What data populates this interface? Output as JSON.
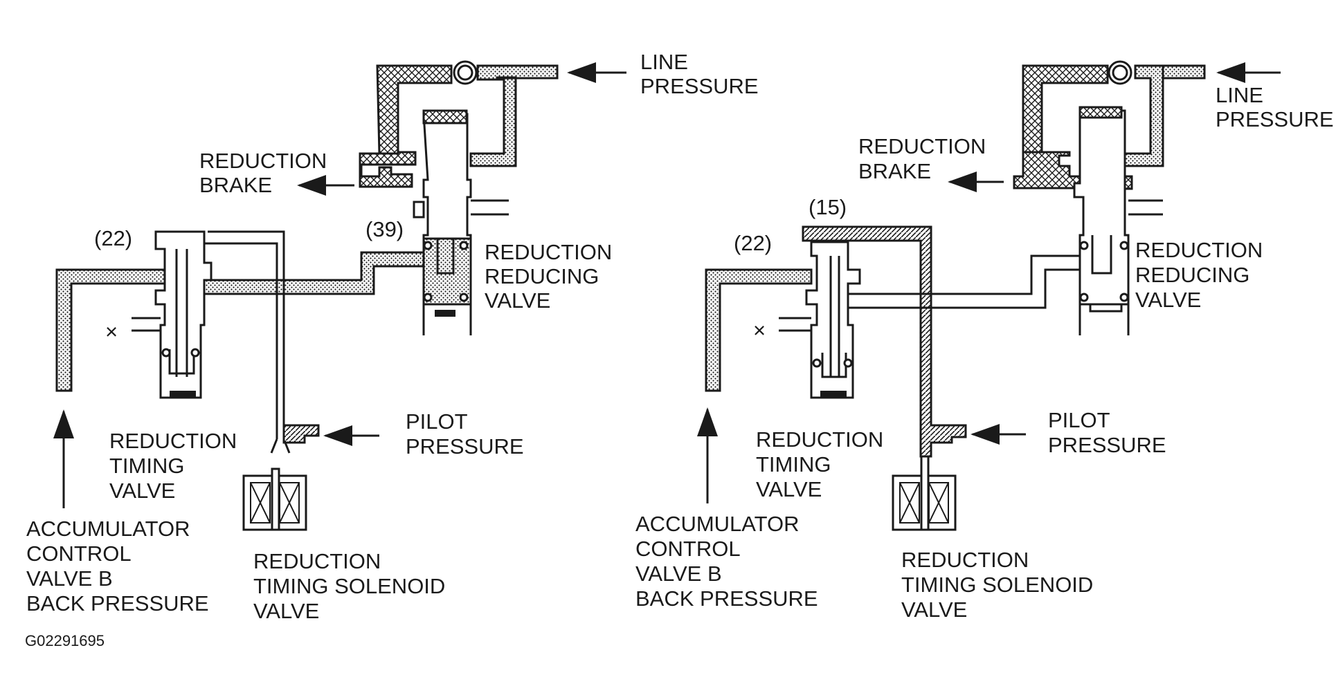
{
  "figure_id": "G02291695",
  "left_panel": {
    "line_pressure": [
      "LINE",
      "PRESSURE"
    ],
    "reduction_brake": [
      "REDUCTION",
      "BRAKE"
    ],
    "ref_39": "(39)",
    "ref_22": "(22)",
    "reducing_valve": [
      "REDUCTION",
      "REDUCING",
      "VALVE"
    ],
    "drain_mark": "×",
    "pilot_pressure": [
      "PILOT",
      "PRESSURE"
    ],
    "timing_valve": [
      "REDUCTION",
      "TIMING",
      "VALVE"
    ],
    "accumulator": [
      "ACCUMULATOR",
      "CONTROL",
      "VALVE B",
      "BACK PRESSURE"
    ],
    "solenoid": [
      "REDUCTION",
      "TIMING SOLENOID",
      "VALVE"
    ]
  },
  "right_panel": {
    "line_pressure": [
      "LINE",
      "PRESSURE"
    ],
    "reduction_brake": [
      "REDUCTION",
      "BRAKE"
    ],
    "ref_15": "(15)",
    "ref_22": "(22)",
    "reducing_valve": [
      "REDUCTION",
      "REDUCING",
      "VALVE"
    ],
    "drain_mark": "×",
    "pilot_pressure": [
      "PILOT",
      "PRESSURE"
    ],
    "timing_valve": [
      "REDUCTION",
      "TIMING",
      "VALVE"
    ],
    "accumulator": [
      "ACCUMULATOR",
      "CONTROL",
      "VALVE B",
      "BACK PRESSURE"
    ],
    "solenoid": [
      "REDUCTION",
      "TIMING SOLENOID",
      "VALVE"
    ]
  },
  "legend_patterns": {
    "line_pressure_fill": "dotted",
    "reduction_brake_fill": "cross-hatched",
    "pilot_path_fill": "diagonal-hatched"
  }
}
